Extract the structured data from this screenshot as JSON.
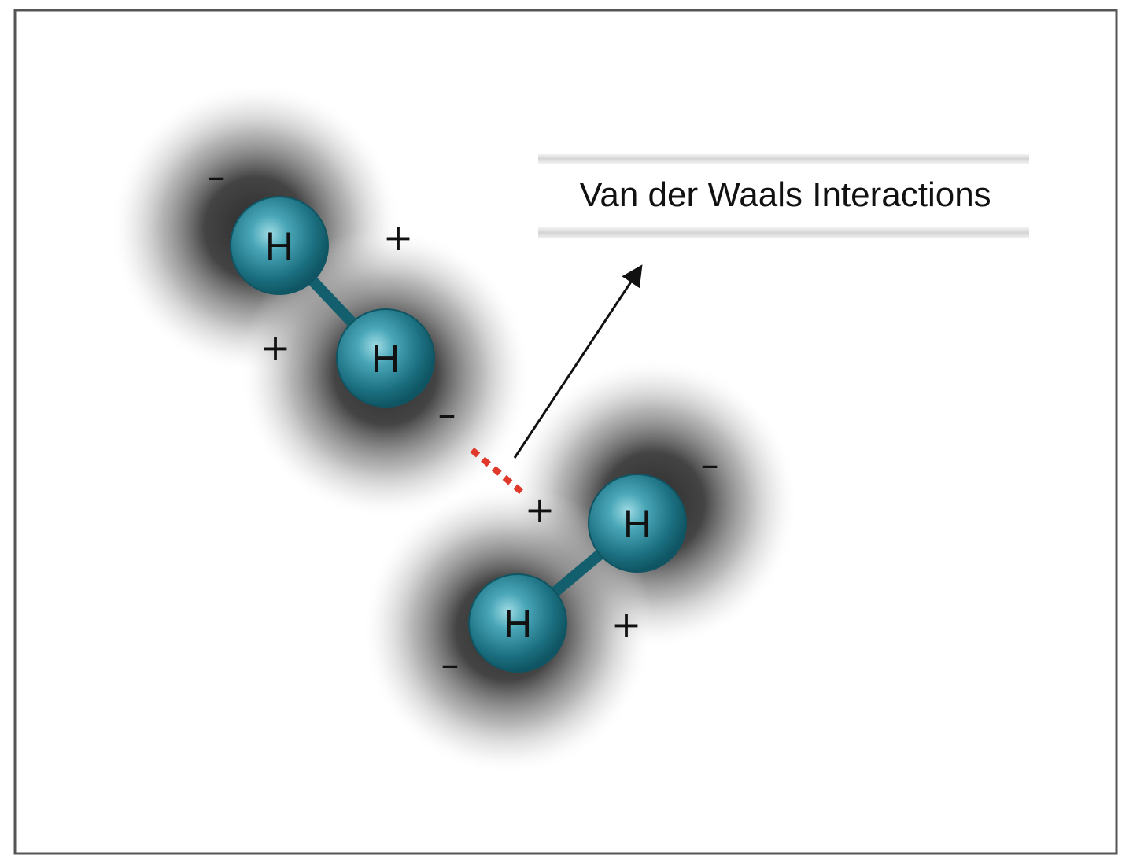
{
  "title": "Van der Waals Interactions",
  "molecules": [
    {
      "atoms": [
        {
          "label": "H"
        },
        {
          "label": "H"
        }
      ],
      "charges": [
        "–",
        "+",
        "+",
        "–"
      ]
    },
    {
      "atoms": [
        {
          "label": "H"
        },
        {
          "label": "H"
        }
      ],
      "charges": [
        "–",
        "+",
        "+",
        "–"
      ]
    }
  ],
  "colors": {
    "atom_fill": "#1e7a8c",
    "atom_highlight": "#8fd3de",
    "atom_edge": "#0f5563",
    "bond": "#145f6e",
    "cloud": "#3a3a3a",
    "interaction_dashes": "#e0392b",
    "arrow": "#111111",
    "frame": "#555555"
  }
}
